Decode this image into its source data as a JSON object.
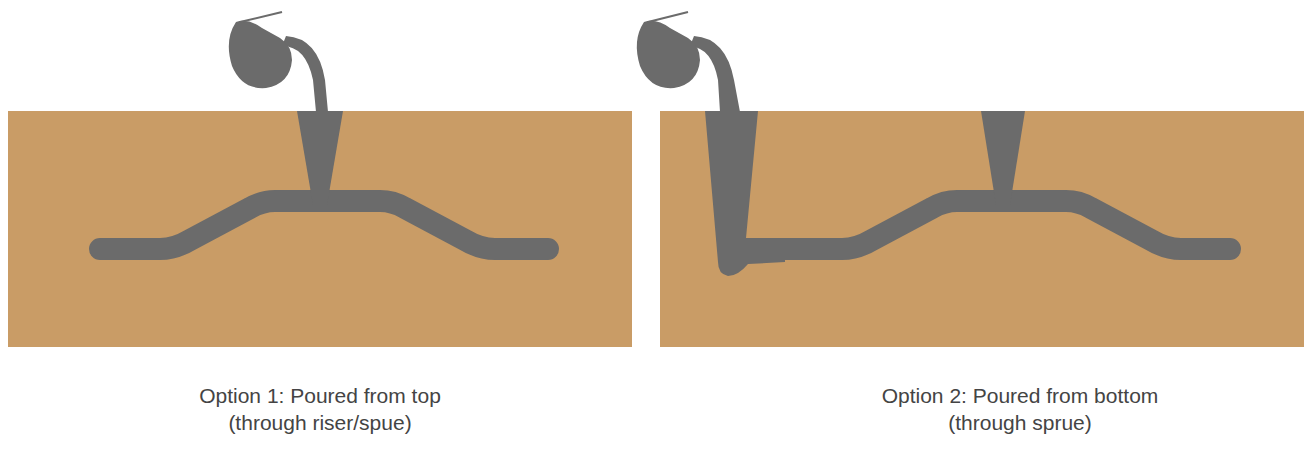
{
  "diagram": {
    "labels": [
      "Option 1: Poured from top",
      "(through riser/spue)",
      "Option 2: Poured from bottom",
      "(through sprue)"
    ]
  }
}
